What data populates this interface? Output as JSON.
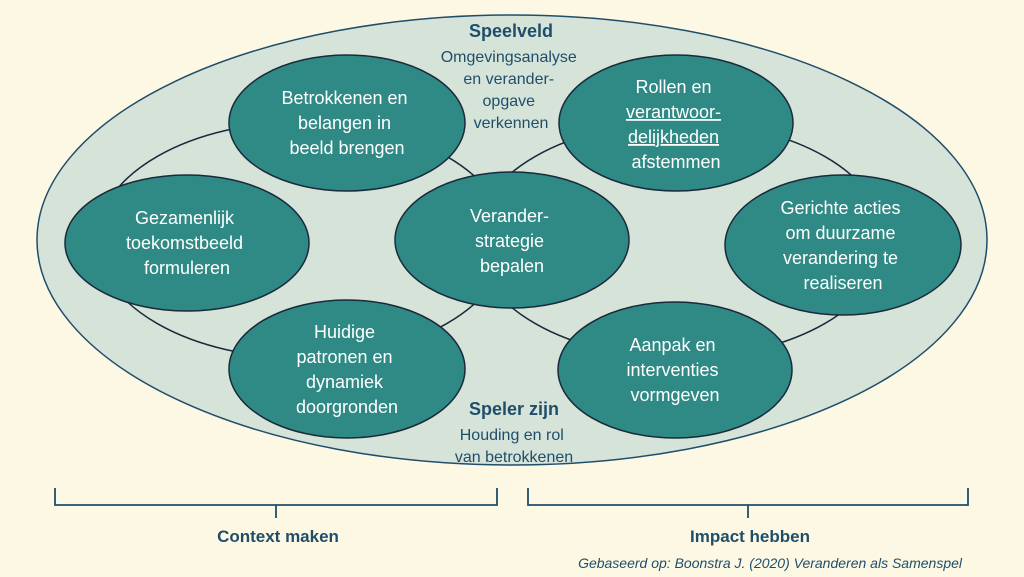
{
  "colors": {
    "background": "#fdf8e4",
    "outer_ellipse_fill": "#d6e3d9",
    "outer_ellipse_stroke": "#1f4e6b",
    "node_fill": "#2f8a85",
    "node_stroke": "#1a2a3a",
    "text_dark": "#1f4e6b"
  },
  "top_label": {
    "title": "Speelveld",
    "lines": [
      "Omgevingsanalyse",
      "en verander-",
      "opgave",
      "verkennen"
    ]
  },
  "bottom_label": {
    "title": "Speler zijn",
    "lines": [
      "Houding en rol",
      "van betrokkenen"
    ]
  },
  "nodes": {
    "betrokkenen": {
      "lines": [
        "Betrokkenen en",
        "belangen in",
        "beeld brengen"
      ]
    },
    "toekomstbeeld": {
      "lines": [
        "Gezamenlijk",
        "toekomstbeeld",
        "formuleren"
      ]
    },
    "patronen": {
      "lines": [
        "Huidige",
        "patronen en",
        "dynamiek",
        "doorgronden"
      ]
    },
    "strategie": {
      "lines": [
        "Verander-",
        "strategie",
        "bepalen"
      ]
    },
    "rollen": {
      "lines": [
        "Rollen en",
        "verantwoor-",
        "delijkheden",
        "afstemmen"
      ]
    },
    "acties": {
      "lines": [
        "Gerichte acties",
        "om duurzame",
        "verandering te",
        "realiseren"
      ]
    },
    "aanpak": {
      "lines": [
        "Aanpak en",
        "interventies",
        "vormgeven"
      ]
    }
  },
  "footer": {
    "left": "Context maken",
    "right": "Impact hebben",
    "credit": "Gebaseerd op: Boonstra J. (2020) Veranderen als Samenspel"
  }
}
